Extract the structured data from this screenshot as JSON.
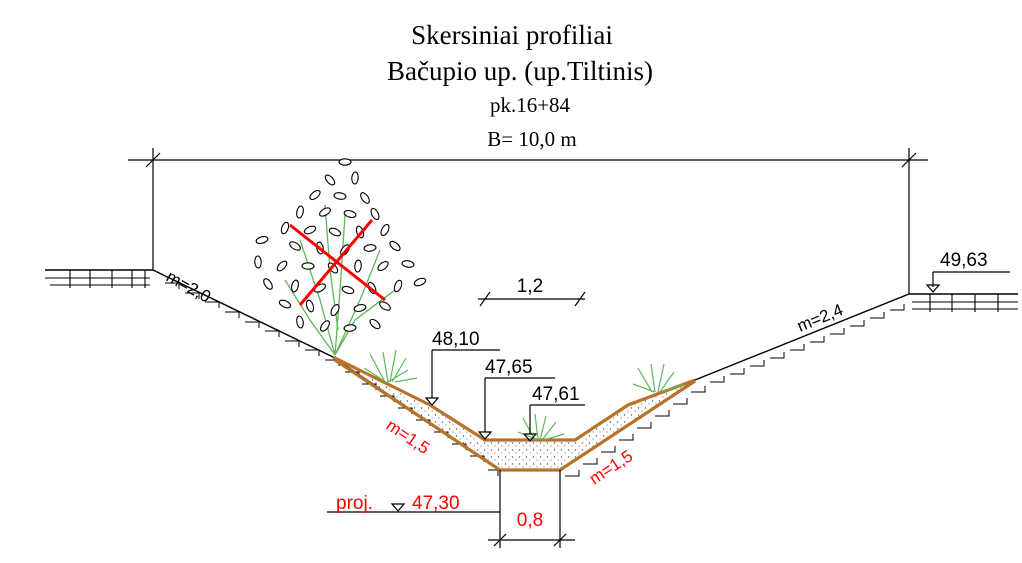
{
  "drawing": {
    "title": "Skersiniai profiliai",
    "river": "Bačupio up. (up.Tiltinis)",
    "station": "pk.16+84",
    "width": "B= 10,0 m"
  },
  "levels": {
    "bank_right": "49,63",
    "lvl_1": "48,10",
    "lvl_2": "47,65",
    "lvl_3": "47,61",
    "design_prefix": "proj.",
    "design_value": "47,30"
  },
  "slopes": {
    "left_upper": "m=2,0",
    "right_upper": "m=2,4",
    "left_lower": "m=1,5",
    "right_lower": "m=1,5"
  },
  "dimensions": {
    "water_width": "1,2",
    "bottom_width": "0,8"
  },
  "colors": {
    "lining": "#b8732a",
    "removal_cross": "#ff0000",
    "vegetation": "#5cb85c",
    "linework": "#000000"
  }
}
